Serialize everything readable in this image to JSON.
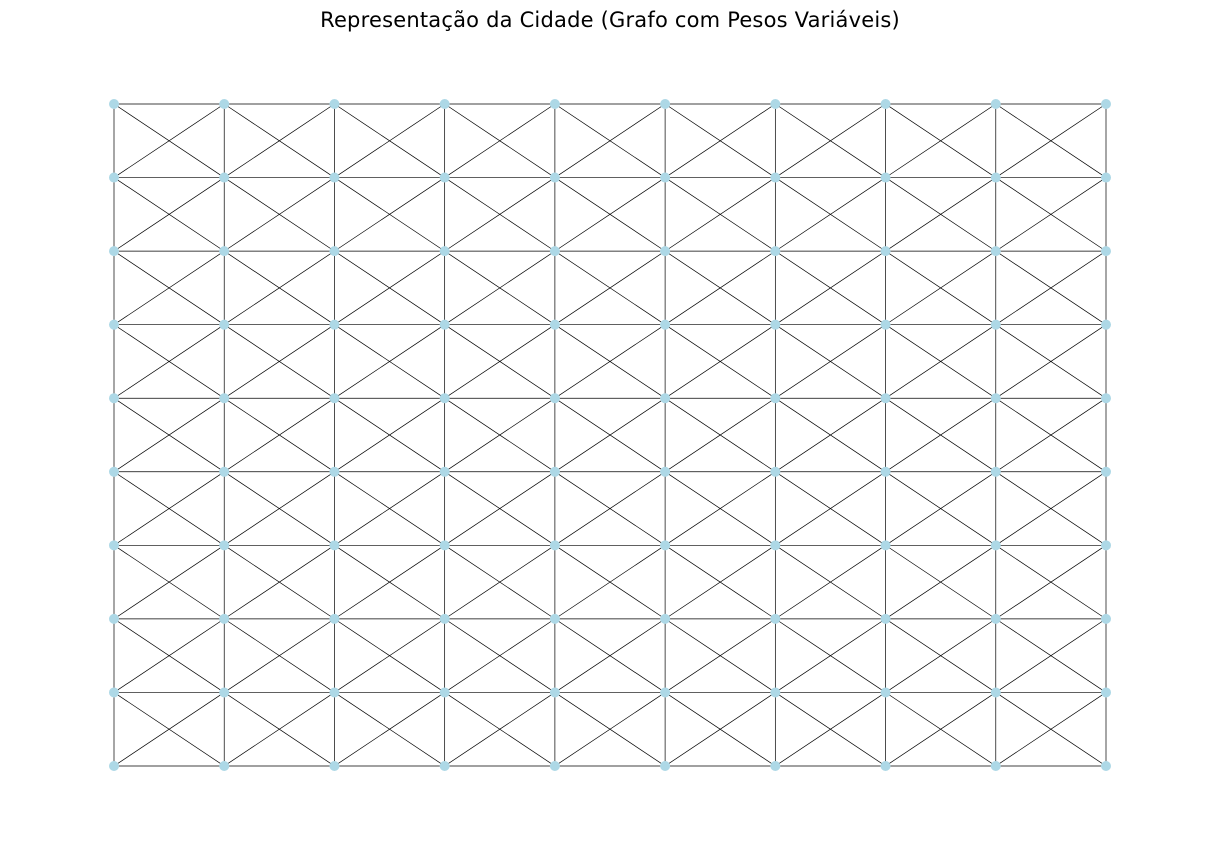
{
  "figure": {
    "title": "Representação da Cidade (Grafo com Pesos Variáveis)"
  },
  "graph": {
    "layout": "grid",
    "columns": 10,
    "rows": 10,
    "node_color": "#add8e6",
    "edge_color": "#000000",
    "edge_types": [
      "horizontal",
      "vertical",
      "diagonal-down",
      "diagonal-up"
    ],
    "node_labels_shown": false,
    "edge_weights_shown": false
  }
}
